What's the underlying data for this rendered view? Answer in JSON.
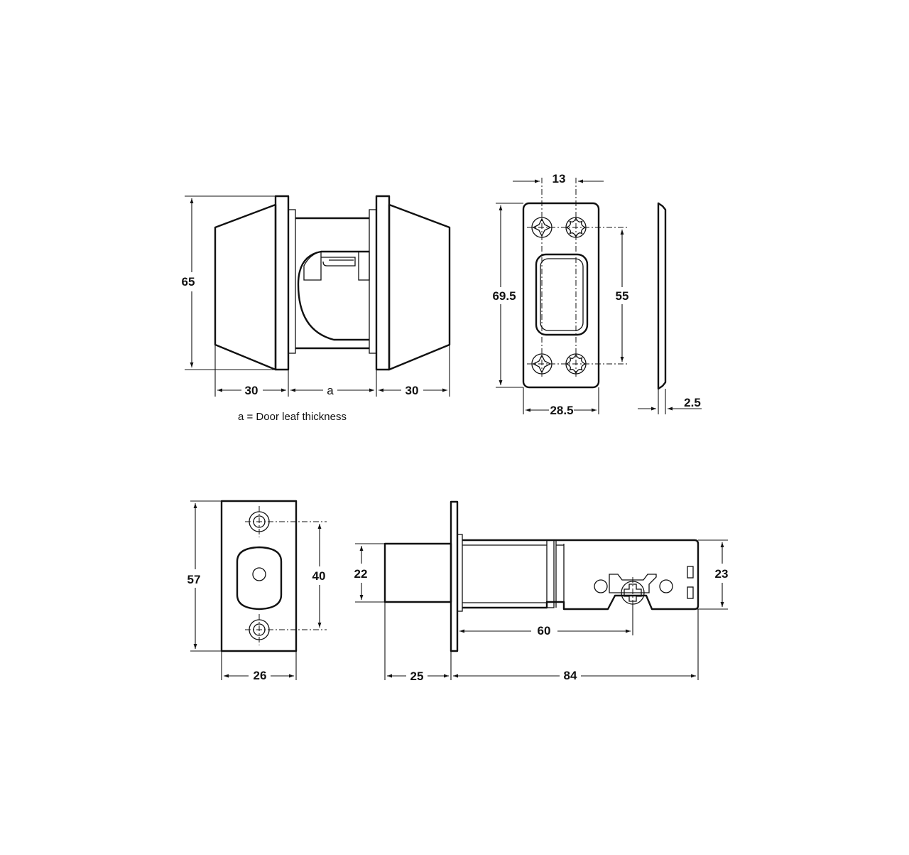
{
  "deadbolt_side": {
    "height": "65",
    "left_depth": "30",
    "middle": "a",
    "right_depth": "30",
    "note": "a = Door leaf thickness"
  },
  "strike_plate": {
    "hole_spacing_x": "13",
    "height": "69.5",
    "hole_spacing_y": "55",
    "width": "28.5",
    "thickness": "2.5"
  },
  "faceplate": {
    "height": "57",
    "hole_spacing": "40",
    "width": "26"
  },
  "latch": {
    "bolt_height": "22",
    "case_height": "23",
    "to_spindle": "60",
    "bolt_projection": "25",
    "backset_length": "84"
  }
}
